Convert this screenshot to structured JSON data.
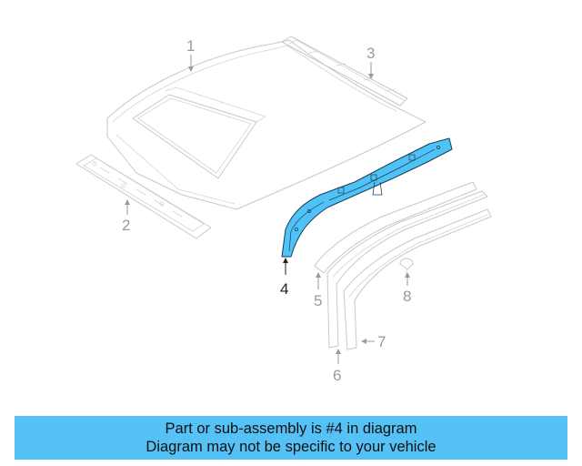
{
  "colors": {
    "highlight": "#4fc3f7",
    "banner_bg": "#55c1f5",
    "line": "#c8c8c8",
    "label_gray": "#9a9a9a",
    "label_active": "#222222"
  },
  "callouts": {
    "c1": "1",
    "c2": "2",
    "c3": "3",
    "c4": "4",
    "c5": "5",
    "c6": "6",
    "c7": "7",
    "c8": "8"
  },
  "banner": {
    "line1": "Part or sub-assembly is #4 in diagram",
    "line2": "Diagram may not be specific to your vehicle"
  }
}
